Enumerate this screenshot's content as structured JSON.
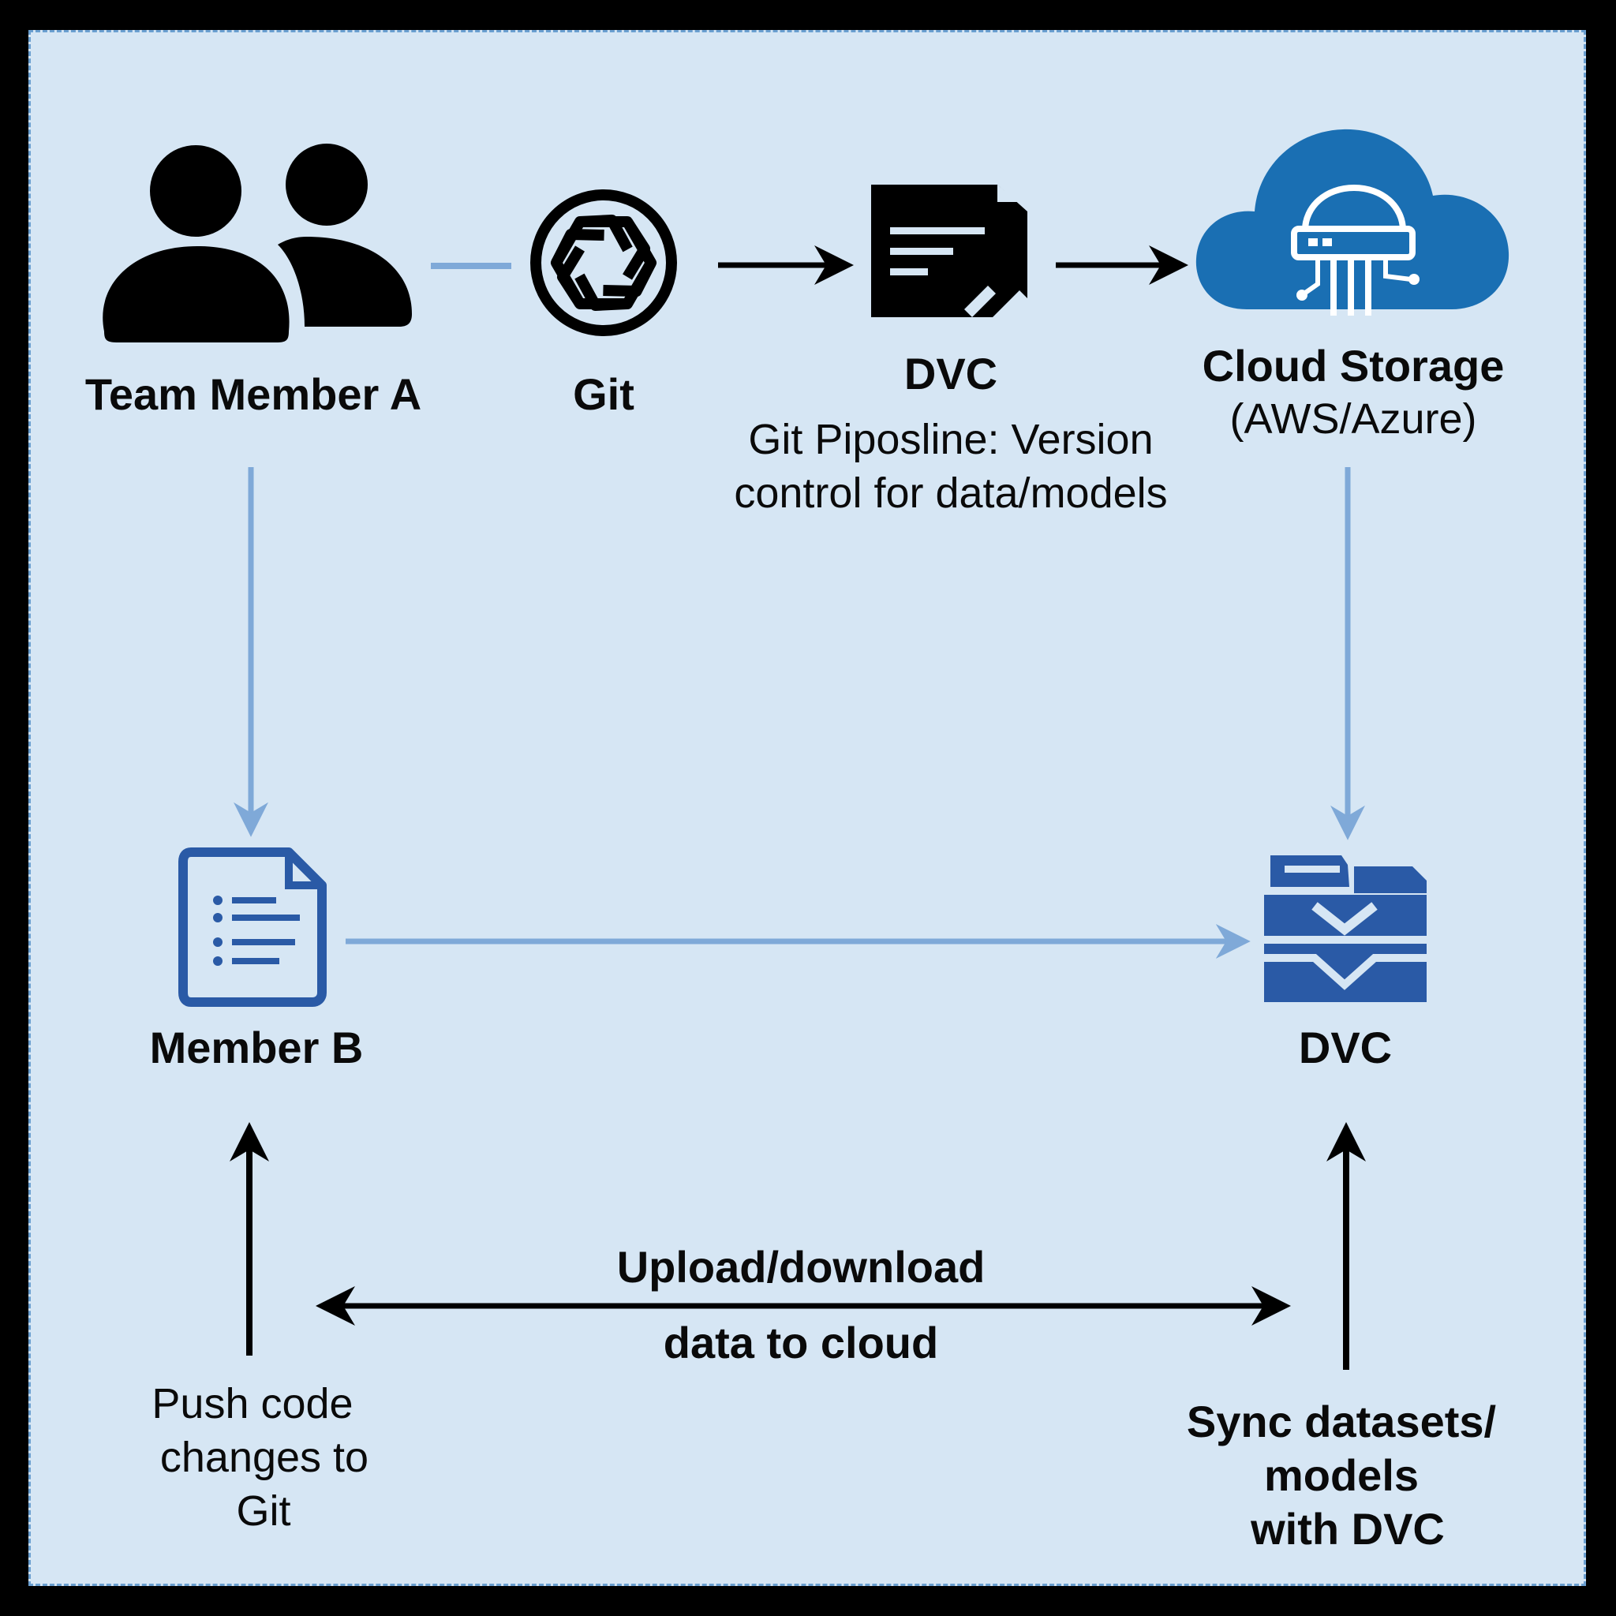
{
  "diagram": {
    "nodes": {
      "team_member_a": {
        "label": "Team Member A"
      },
      "git": {
        "label": "Git"
      },
      "dvc_top": {
        "label": "DVC",
        "description_line1": "Git Piposline: Version",
        "description_line2": "control for data/models"
      },
      "cloud_storage": {
        "label_line1": "Cloud Storage",
        "label_line2": "(AWS/Azure)"
      },
      "member_b": {
        "label": "Member B"
      },
      "dvc_bottom": {
        "label": "DVC"
      }
    },
    "edges": {
      "upload_download_line1": "Upload/download",
      "upload_download_line2": "data to cloud",
      "push_code_line1": "Push code",
      "push_code_line2": "changes to",
      "push_code_line3": "Git",
      "sync_line1": "Sync datasets/",
      "sync_line2": "models",
      "sync_line3": "with DVC"
    },
    "colors": {
      "background": "#d6e6f4",
      "light_arrow": "#7fa9d8",
      "dark_arrow": "#000000",
      "cloud_blue": "#1a6fb3",
      "icon_navy": "#2a5aa6"
    }
  }
}
